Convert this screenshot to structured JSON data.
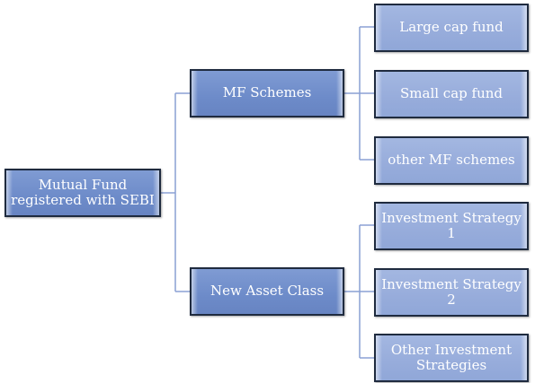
{
  "root": {
    "label_line1": "Mutual Fund",
    "label_line2": "registered with SEBI"
  },
  "branches": [
    {
      "label": "MF Schemes",
      "children": [
        "Large cap fund",
        "Small cap fund",
        "other MF schemes"
      ]
    },
    {
      "label": "New Asset Class",
      "children": [
        "Investment Strategy 1",
        "Investment Strategy 2",
        "Other Investment Strategies"
      ]
    }
  ],
  "colors": {
    "box_fill_mid": "#6d8bc9",
    "box_fill_light": "#97acdb",
    "box_border": "#1f2b3f",
    "connector": "#8aa0d4",
    "text": "#ffffff"
  }
}
